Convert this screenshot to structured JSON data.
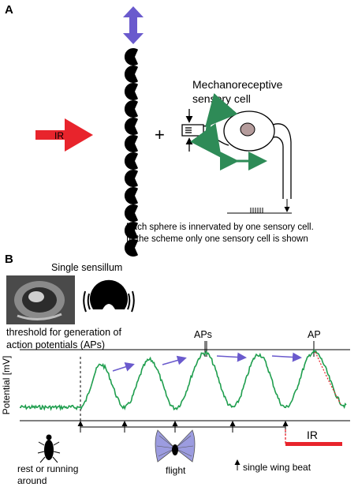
{
  "panel_a": {
    "label": "A",
    "ir_label": "IR",
    "plus": "+",
    "sensory_cell_title_line1": "Mechanoreceptive",
    "sensory_cell_title_line2": "sensory cell",
    "caption_line1": "Each sphere is innervated by one sensory cell.",
    "caption_line2": "In the scheme only one sensory cell is shown"
  },
  "panel_b": {
    "label": "B",
    "single_sensillum": "Single sensillum",
    "threshold_line1": "threshold for generation of",
    "threshold_line2": "action potentials (APs)",
    "aps_label": "APs",
    "ap_label": "AP",
    "y_axis_label": "Potential [mV]",
    "ir_label": "IR",
    "rest_line1": "rest or running",
    "rest_line2": "around",
    "flight_label": "flight",
    "wing_beat_label": "single wing beat"
  },
  "colors": {
    "ir_red": "#e8242c",
    "trace_green": "#1f9e4e",
    "arrow_purple": "#6a5acd",
    "cell_green": "#2e8b57",
    "nucleus": "#b59c9c"
  }
}
